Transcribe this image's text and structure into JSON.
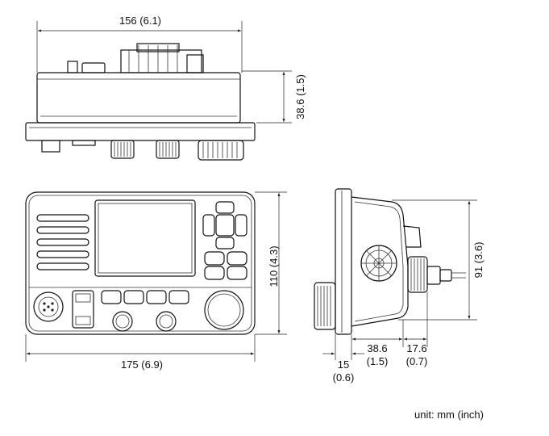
{
  "dimensions": {
    "top_width": "156 (6.1)",
    "top_height": "38.6 (1.5)",
    "front_height": "110 (4.3)",
    "front_width": "175 (6.9)",
    "side_height": "91 (3.6)",
    "side_knob_mm": "15",
    "side_knob_in": "(0.6)",
    "side_depth_mm": "38.6",
    "side_depth_in": "(1.5)",
    "side_connector_mm": "17.6",
    "side_connector_in": "(0.7)"
  },
  "unit_note": "unit: mm (inch)"
}
